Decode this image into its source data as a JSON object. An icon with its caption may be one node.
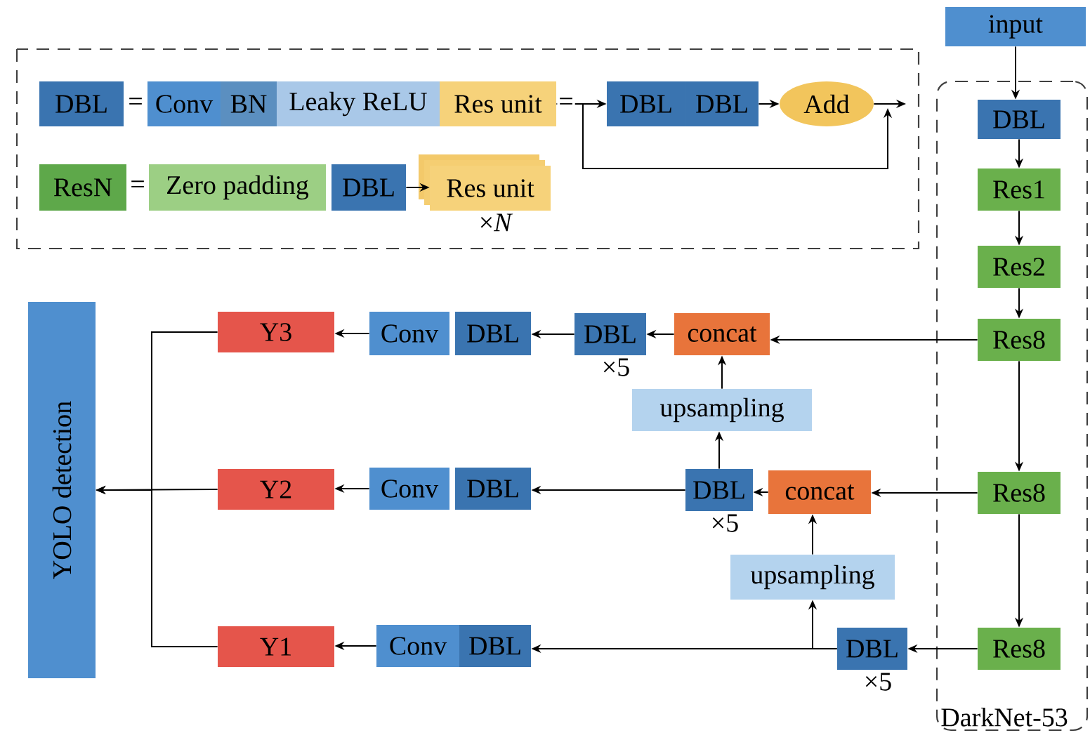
{
  "diagram": {
    "nodes": [
      {
        "text": [
          "DBL"
        ]
      },
      {
        "text": [
          "Conv"
        ]
      },
      {
        "text": [
          "BN"
        ]
      },
      {
        "text": [
          "Leaky ReLU"
        ]
      },
      {
        "text": [
          "Res unit"
        ]
      },
      {
        "text": [
          "DBL"
        ]
      },
      {
        "text": [
          "DBL"
        ]
      },
      {
        "text": [
          "Add"
        ]
      },
      {
        "text": [
          "ResN"
        ]
      },
      {
        "text": [
          "Zero padding"
        ]
      },
      {
        "text": [
          "DBL"
        ]
      },
      {
        "text": [
          "Res unit"
        ],
        "beside": [
          "×*N*"
        ]
      },
      {
        "text": [
          "input"
        ]
      },
      {
        "text": [
          "DarkNet-53"
        ]
      },
      {
        "text": [
          "DBL"
        ],
        "in": 13
      },
      {
        "text": [
          "Res1"
        ],
        "in": 13
      },
      {
        "text": [
          "Res2"
        ],
        "in": 13
      },
      {
        "text": [
          "Res8"
        ],
        "in": 13
      },
      {
        "text": [
          "Res8"
        ],
        "in": 13
      },
      {
        "text": [
          "Res8"
        ],
        "in": 13
      },
      {
        "text": [
          "concat"
        ]
      },
      {
        "text": [
          "DBL"
        ],
        "beside": [
          "×5"
        ]
      },
      {
        "text": [
          "upsampling"
        ]
      },
      {
        "text": [
          "DBL"
        ],
        "beside": [
          "×5"
        ]
      },
      {
        "text": [
          "concat"
        ]
      },
      {
        "text": [
          "upsampling"
        ]
      },
      {
        "text": [
          "DBL"
        ],
        "beside": [
          "×5"
        ]
      },
      {
        "text": [
          "Conv"
        ]
      },
      {
        "text": [
          "DBL"
        ]
      },
      {
        "text": [
          "Conv"
        ]
      },
      {
        "text": [
          "DBL"
        ]
      },
      {
        "text": [
          "Conv"
        ]
      },
      {
        "text": [
          "DBL"
        ]
      },
      {
        "text": [
          "Y3"
        ]
      },
      {
        "text": [
          "Y2"
        ]
      },
      {
        "text": [
          "Y1"
        ]
      },
      {
        "text": [
          "YOLO detection"
        ]
      }
    ],
    "edges": [
      {
        "from": 10,
        "to": 11,
        "arrow": "to"
      },
      {
        "from": 4,
        "to": 5,
        "arrow": "to"
      },
      {
        "from": 6,
        "to": 7,
        "arrow": "to"
      },
      {
        "from": 7,
        "to": null,
        "arrow": "to"
      },
      {
        "from": 12,
        "to": 14,
        "arrow": "to"
      },
      {
        "from": 14,
        "to": 15,
        "arrow": "to"
      },
      {
        "from": 15,
        "to": 16,
        "arrow": "to"
      },
      {
        "from": 16,
        "to": 17,
        "arrow": "to"
      },
      {
        "from": 17,
        "to": 18,
        "arrow": "to"
      },
      {
        "from": 18,
        "to": 19,
        "arrow": "to"
      },
      {
        "from": 17,
        "to": 20,
        "arrow": "to"
      },
      {
        "from": 20,
        "to": 21,
        "arrow": "to"
      },
      {
        "from": 21,
        "to": 28,
        "arrow": "to"
      },
      {
        "from": 27,
        "to": 33,
        "arrow": "to"
      },
      {
        "from": 22,
        "to": 20,
        "arrow": "to"
      },
      {
        "from": 23,
        "to": 22,
        "arrow": "to"
      },
      {
        "from": 18,
        "to": 24,
        "arrow": "to"
      },
      {
        "from": 24,
        "to": 23,
        "arrow": "to"
      },
      {
        "from": 23,
        "to": 30,
        "arrow": "to"
      },
      {
        "from": 29,
        "to": 34,
        "arrow": "to"
      },
      {
        "from": 25,
        "to": 24,
        "arrow": "to"
      },
      {
        "from": 26,
        "to": 25,
        "arrow": "to"
      },
      {
        "from": 26,
        "to": 32,
        "arrow": "to"
      },
      {
        "from": 31,
        "to": 35,
        "arrow": "to"
      },
      {
        "from": 19,
        "to": 26,
        "arrow": "to"
      },
      {
        "from": 33,
        "to": 36,
        "arrow": "to"
      },
      {
        "from": 34,
        "to": 36,
        "arrow": "to"
      },
      {
        "from": 35,
        "to": 36,
        "arrow": "to"
      }
    ],
    "labels": [
      "=",
      "=",
      "="
    ]
  }
}
